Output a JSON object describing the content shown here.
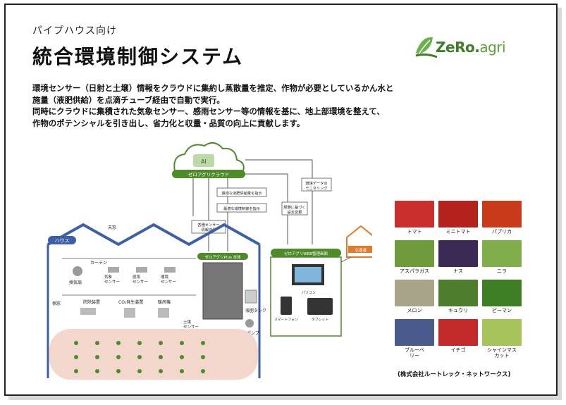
{
  "header": {
    "subtitle": "パイプハウス向け",
    "title": "統合環境制御システム",
    "logo": {
      "text_main": "ZeRo.",
      "text_suffix": "agri",
      "icon": "leaf-icon"
    }
  },
  "description": [
    "環境センサー（日射と土壌）情報をクラウドに集約し蒸散量を推定、作物が必要としているかん水と",
    "施量（液肥供給）を点滴チューブ経由で自動で実行。",
    "同時にクラウドに集積された気象センサー、感雨センサー等の情報を基に、地上部環境を整えて、",
    "作物のポテンシャルを引き出し、省力化と収量・品質の向上に貢献します。"
  ],
  "diagram": {
    "cloud_label": "AI",
    "cloud_bar": "ゼロアグリクラウド",
    "msg_fert": "最適な液肥供給量を指示",
    "msg_env": "最適な環境制御を指示",
    "msg_sensor": "各種センサー\n情報送信",
    "msg_monitor": "環境データの\nモニタリング",
    "msg_manual": "経験に基づく\n設定変更",
    "house_label": "ハウス",
    "skylight": "天窓",
    "curtain": "カーテン",
    "ventilator": "換気扇",
    "weather_sensor": "気象\nセンサー",
    "solar_sensor": "感雨\nセンサー",
    "env_sensor": "環境\nセンサー",
    "side_window": "側窓",
    "insecticide": "防除装置",
    "co2": "CO₂発生装置",
    "heater": "暖房機",
    "main_unit": "ゼロアグリPlus 本体",
    "liquid_tank": "液肥タンク",
    "soil_sensor": "土壌\nセンサー",
    "pump": "ポンプ",
    "web_screen": "ゼロアグリWEB管理画面",
    "pc": "パソコン",
    "smartphone": "スマートフォン",
    "tablet": "タブレット",
    "producer": "生産者"
  },
  "crops": [
    {
      "label": "トマト",
      "color": "#c9302c"
    },
    {
      "label": "ミニトマト",
      "color": "#b2231e"
    },
    {
      "label": "パプリカ",
      "color": "#c93a1a"
    },
    {
      "label": "アスパラガス",
      "color": "#6f9b3c"
    },
    {
      "label": "ナス",
      "color": "#3b2a55"
    },
    {
      "label": "ニラ",
      "color": "#7fae4a"
    },
    {
      "label": "メロン",
      "color": "#a8a48a"
    },
    {
      "label": "キュウリ",
      "color": "#4f7d2e"
    },
    {
      "label": "ピーマン",
      "color": "#3e7f25"
    },
    {
      "label": "ブルーベ\nリー",
      "color": "#4a5a8a"
    },
    {
      "label": "イチゴ",
      "color": "#c22a2a"
    },
    {
      "label": "シャインマス\nカット",
      "color": "#a6c45a"
    }
  ],
  "company": "(株式会社ルートレック・ネットワークス)",
  "colors": {
    "green": "#4f8a2b",
    "blue": "#3d5fa8",
    "orange": "#e07b2a"
  }
}
